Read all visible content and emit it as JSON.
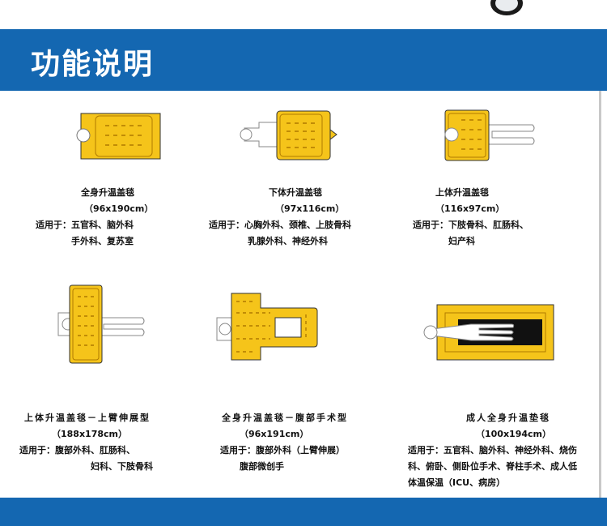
{
  "header": {
    "title": "功能说明"
  },
  "colors": {
    "brand_blue": "#1467b1",
    "blanket_yellow": "#f5c41a",
    "outline_orange": "#d99a1a"
  },
  "products": [
    {
      "name": "全身升温盖毯",
      "size": "（96x190cm）",
      "use_line1": "适用于：五官科、脑外科",
      "use_line2": "手外科、复苏室",
      "icon": "full-body-cover-blanket-icon"
    },
    {
      "name": "下体升温盖毯",
      "size": "（97x116cm）",
      "use_line1": "适用于：心胸外科、颈椎、上肢骨科",
      "use_line2": "乳腺外科、神经外科",
      "icon": "lower-body-cover-blanket-icon"
    },
    {
      "name": "上体升温盖毯",
      "size": "（116x97cm）",
      "use_line1": "适用于：下肢骨科、肛肠科、",
      "use_line2": "妇产科",
      "icon": "upper-body-cover-blanket-icon"
    },
    {
      "name": "上体升温盖毯－上臂伸展型",
      "size": "（188x178cm）",
      "use_line1": "适用于：腹部外科、肛肠科、",
      "use_line2": "妇科、下肢骨科",
      "icon": "upper-body-arm-extension-blanket-icon"
    },
    {
      "name": "全身升温盖毯－腹部手术型",
      "size": "（96x191cm）",
      "use_line1": "适用于：腹部外科（上臂伸展）",
      "use_line2": "腹部微创手",
      "icon": "abdominal-surgery-blanket-icon"
    },
    {
      "name": "成人全身升温垫毯",
      "size": "（100x194cm）",
      "use_line1": "适用于：五官科、脑外科、神经外科、烧伤",
      "use_line2": "科、俯卧、侧卧位手术、脊柱手术、成人低",
      "use_line3": "体温保温（ICU、病房）",
      "icon": "adult-full-body-underbody-pad-icon"
    }
  ]
}
